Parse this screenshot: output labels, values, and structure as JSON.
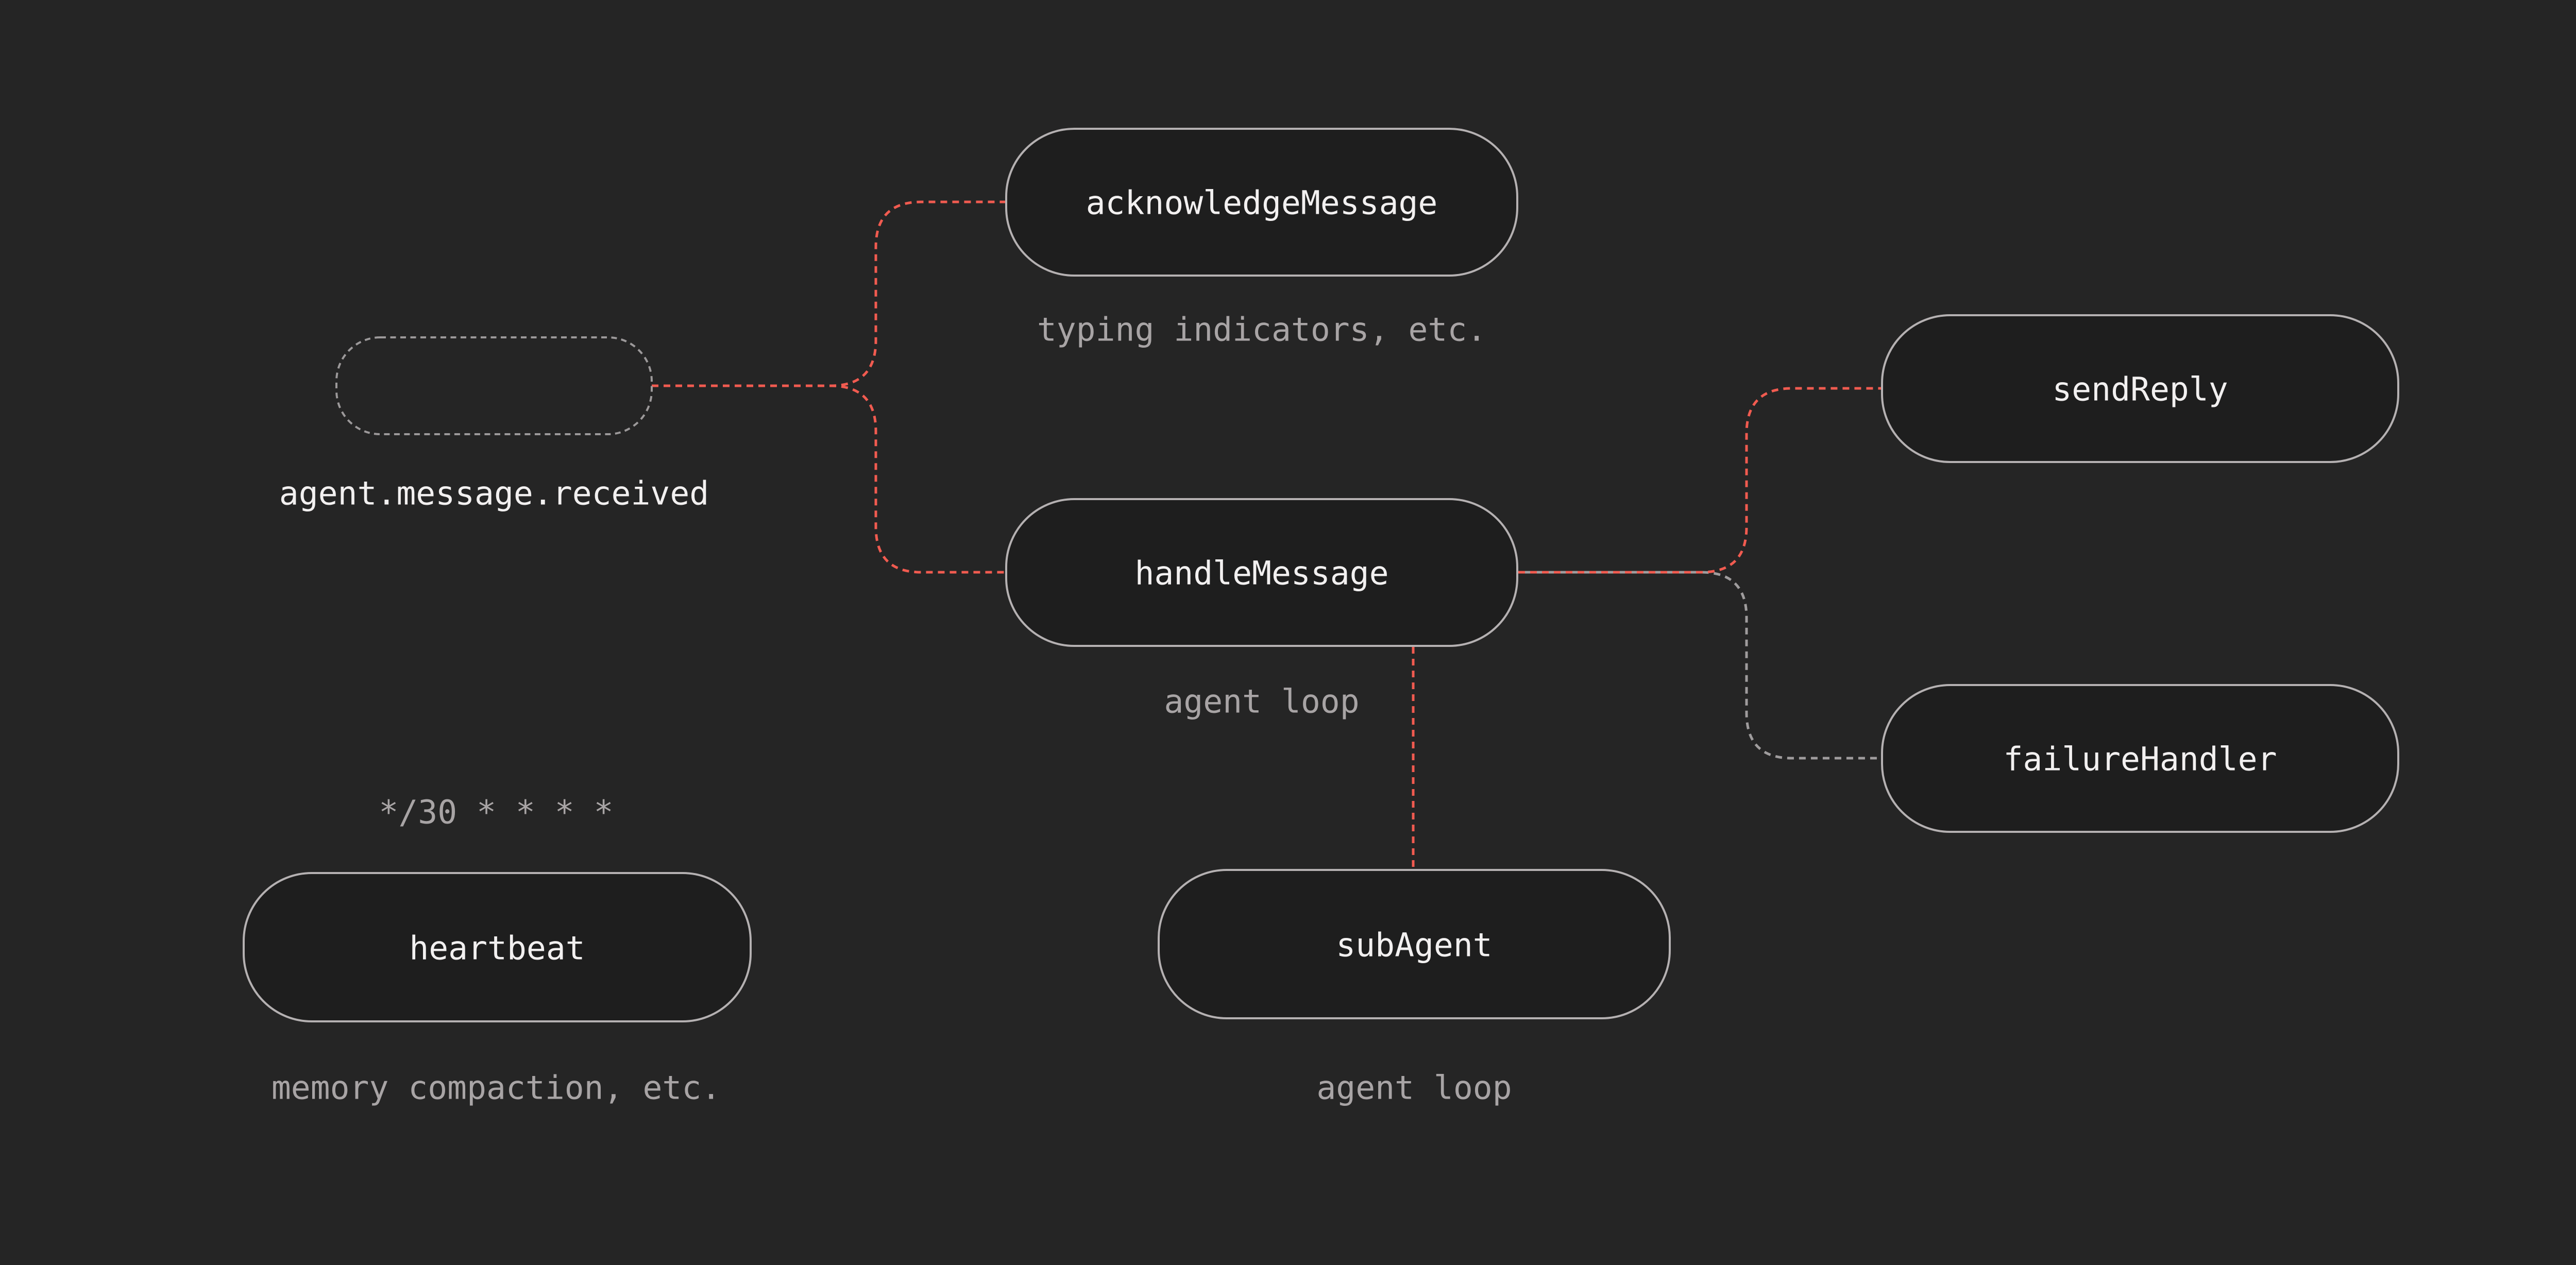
{
  "diagram": {
    "colors": {
      "background": "#252525",
      "node_fill": "#1e1e1e",
      "node_border": "#b5b1b2",
      "dashed_node_border": "#9c999a",
      "edge_red": "#f15b50",
      "edge_gray": "#9f9c9d",
      "label_text": "#f2f0f0",
      "caption_text": "#a8a4a5"
    },
    "nodes": {
      "trigger": {
        "caption": "agent.message.received"
      },
      "acknowledge_message": {
        "label": "acknowledgeMessage",
        "caption": "typing indicators, etc."
      },
      "handle_message": {
        "label": "handleMessage",
        "caption": "agent loop"
      },
      "send_reply": {
        "label": "sendReply"
      },
      "failure_handler": {
        "label": "failureHandler"
      },
      "heartbeat": {
        "schedule": "*/30 * * * *",
        "label": "heartbeat",
        "caption": "memory compaction, etc."
      },
      "sub_agent": {
        "label": "subAgent",
        "caption": "agent loop"
      }
    },
    "edges": [
      {
        "from": "trigger",
        "to": "acknowledge_message",
        "style": "red-dashed"
      },
      {
        "from": "trigger",
        "to": "handle_message",
        "style": "red-dashed"
      },
      {
        "from": "handle_message",
        "to": "send_reply",
        "style": "red-dashed"
      },
      {
        "from": "handle_message",
        "to": "failure_handler",
        "style": "gray-dashed"
      },
      {
        "from": "handle_message",
        "to": "sub_agent",
        "style": "red-dashed"
      }
    ]
  }
}
